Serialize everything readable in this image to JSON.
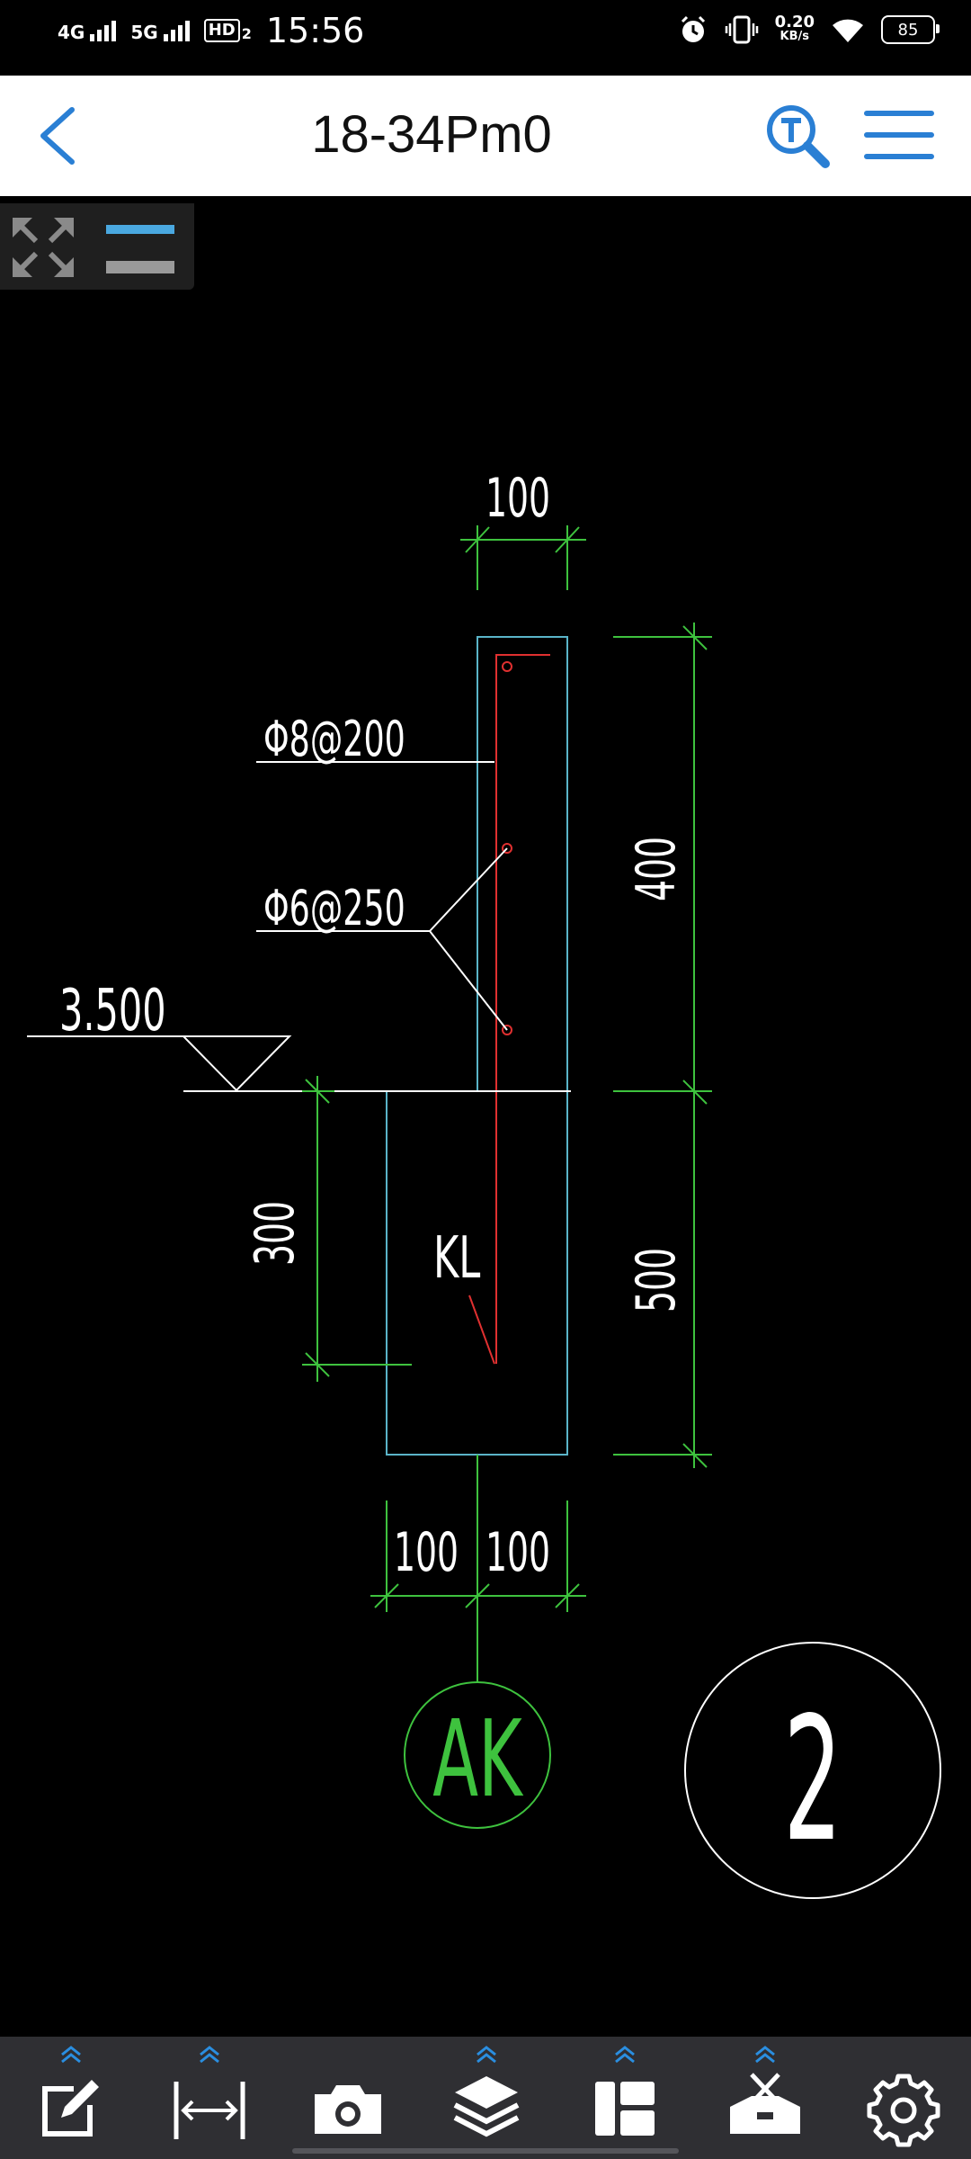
{
  "status_bar": {
    "net1": "4G",
    "net2": "5G",
    "hd": "HD",
    "hd_sub": "2",
    "time": "15:56",
    "speed_value": "0.20",
    "speed_unit": "KB/s",
    "battery": "85"
  },
  "header": {
    "title": "18-34Pm0"
  },
  "drawing": {
    "dim_top": "100",
    "rebar_1": "Φ8@200",
    "rebar_2": "Φ6@250",
    "elevation": "3.500",
    "dim_300": "300",
    "dim_400": "400",
    "dim_500": "500",
    "beam_label": "KL",
    "dim_bottom_left": "100",
    "dim_bottom_right": "100",
    "axis_label": "AK",
    "detail_number": "2"
  },
  "colors": {
    "accent": "#2a7fd4",
    "outline": "#5ab4c8",
    "dimension": "#3ec23e",
    "rebar": "#e03030",
    "line": "#ffffff"
  }
}
